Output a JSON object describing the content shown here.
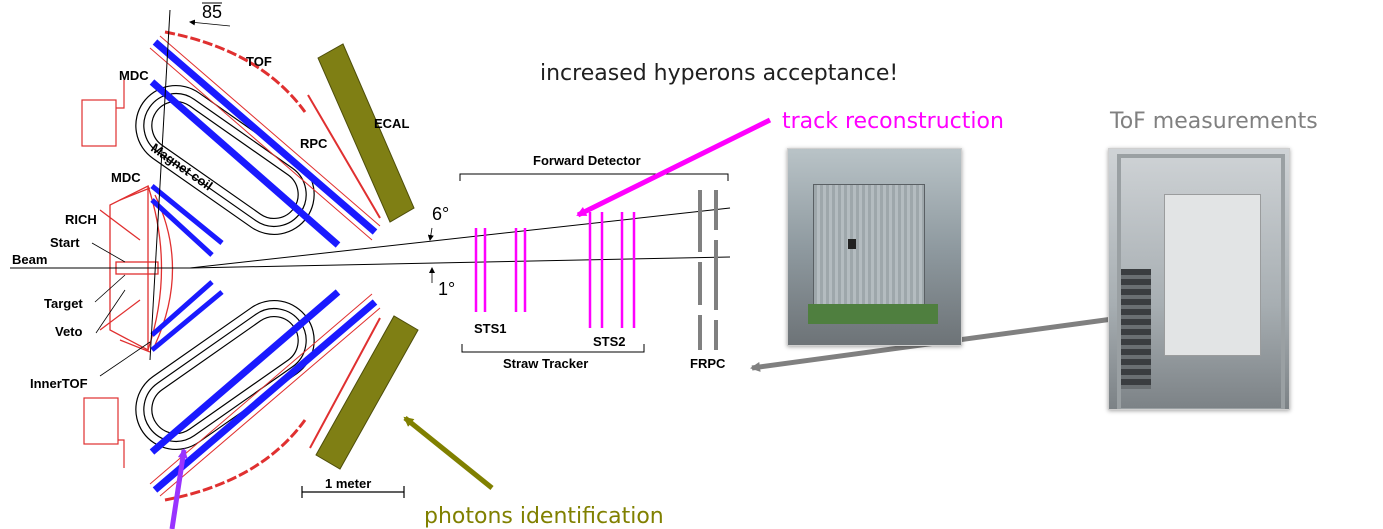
{
  "diagram": {
    "labels": {
      "angle_top": "85",
      "tof": "TOF",
      "mdc_top": "MDC",
      "mdc_mid": "MDC",
      "rpc": "RPC",
      "ecal": "ECAL",
      "magnet_coil": "Magnet coil",
      "rich": "RICH",
      "start": "Start",
      "beam": "Beam",
      "target": "Target",
      "veto": "Veto",
      "inner_tof": "InnerTOF",
      "scale": "1 meter",
      "forward_detector": "Forward Detector",
      "angle_6": "6°",
      "angle_1": "1°",
      "sts1": "STS1",
      "sts2": "STS2",
      "straw_tracker": "Straw Tracker",
      "frpc": "FRPC"
    },
    "annotations": {
      "hyperons": "increased hyperons acceptance!",
      "track": "track reconstruction",
      "tof_measurements": "ToF measurements",
      "photons": "photons identification"
    },
    "colors": {
      "magenta": "#ff00ff",
      "olive": "#808000",
      "gray": "#808080",
      "blue": "#1a1aff",
      "red": "#e03030",
      "violet": "#9933ff",
      "ecal_fill": "#7f7f14"
    }
  }
}
